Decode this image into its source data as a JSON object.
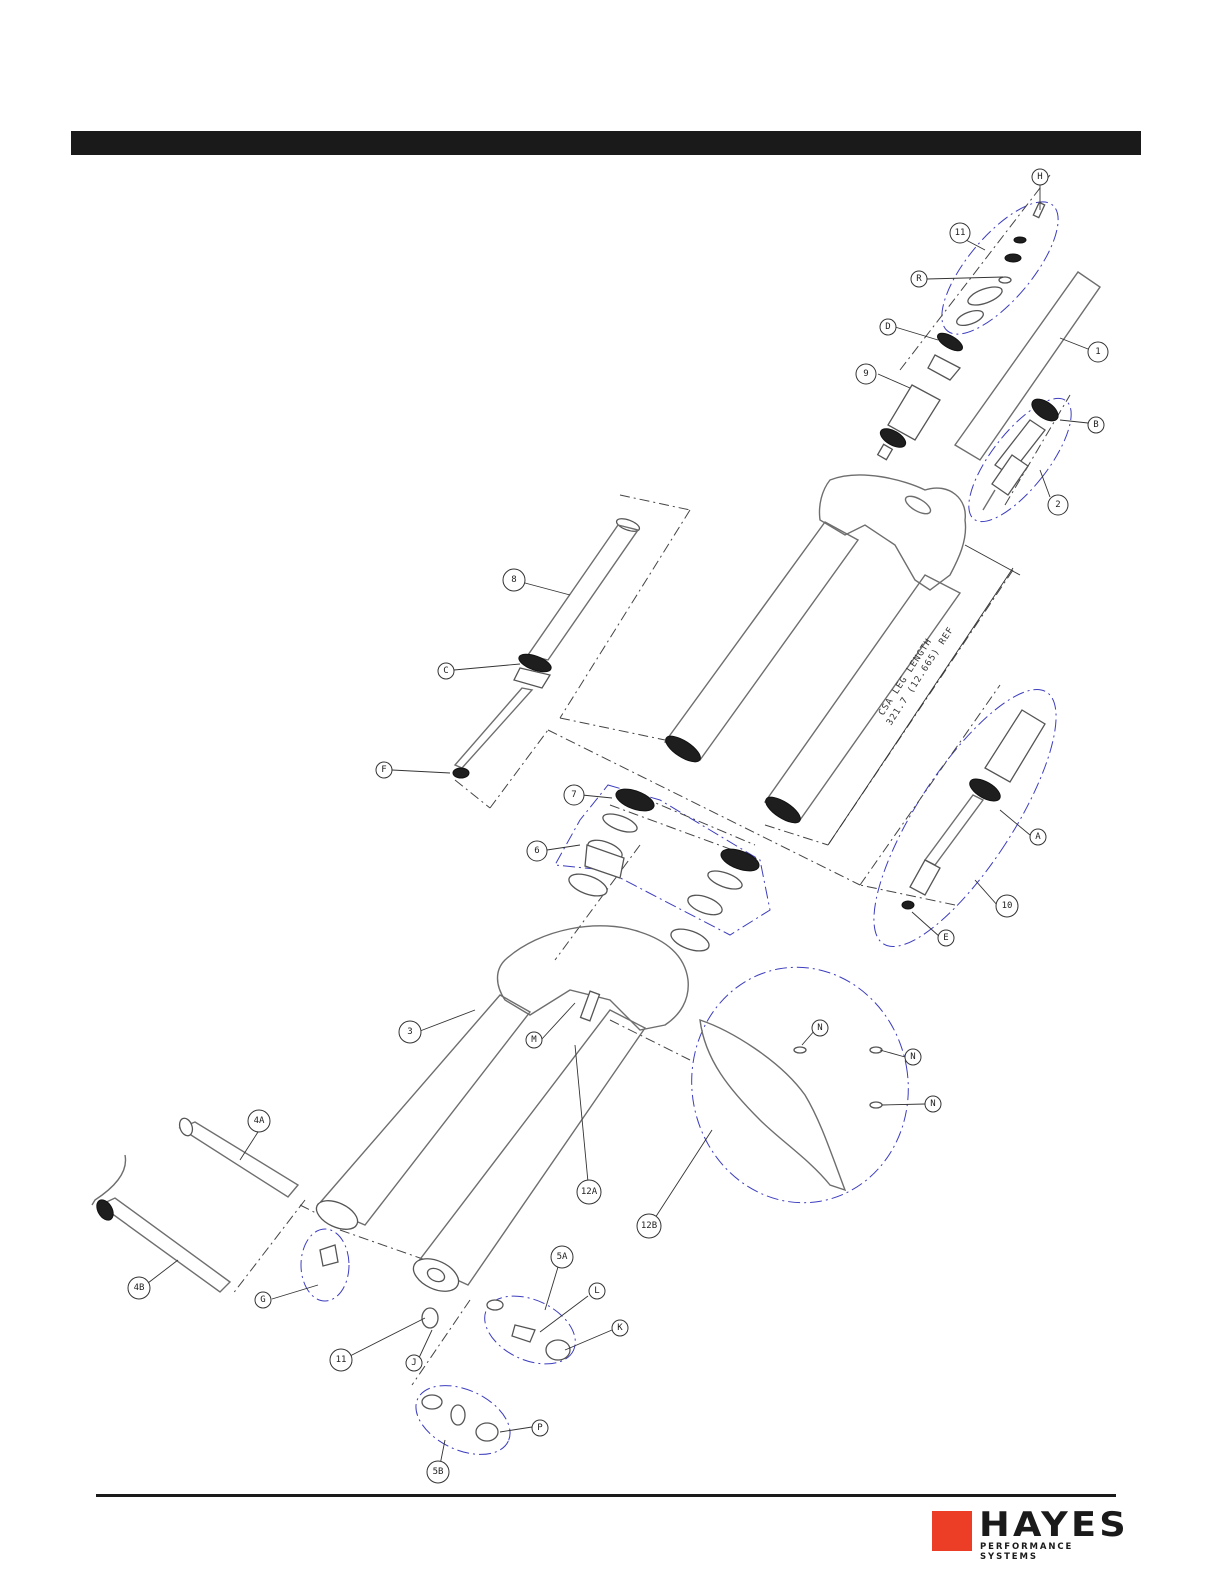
{
  "callouts": [
    "H",
    "11",
    "R",
    "D",
    "9",
    "1",
    "B",
    "2",
    "8",
    "C",
    "F",
    "7",
    "6",
    "A",
    "10",
    "E",
    "3",
    "M",
    "N",
    "N",
    "N",
    "4A",
    "12A",
    "12B",
    "4B",
    "G",
    "11",
    "J",
    "5A",
    "L",
    "K",
    "P",
    "5B"
  ],
  "csa_note": {
    "line1": "CSA LEG LENGTH",
    "line2": "321.7 (12.665) REF"
  },
  "logo": {
    "wordmark": "HAYES",
    "subtitle": "PERFORMANCE SYSTEMS",
    "brand_color": "#ec3d26"
  },
  "colors": {
    "header_bar": "#1a1a1a",
    "group_outline": "#3d3dbf"
  }
}
